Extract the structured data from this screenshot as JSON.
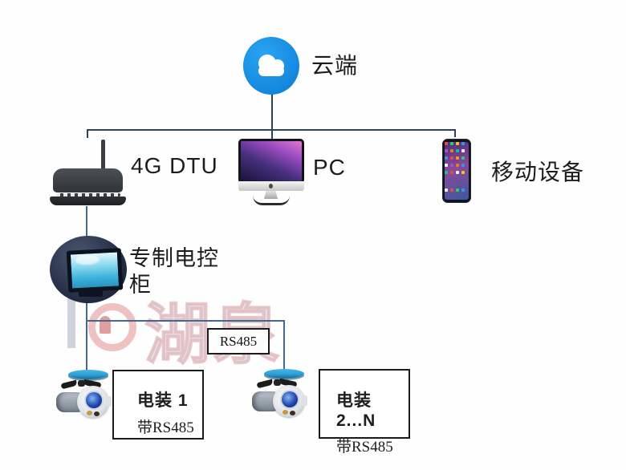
{
  "diagram": {
    "cloud": {
      "label": "云端"
    },
    "tier1": [
      {
        "id": "dtu",
        "label": "4G DTU"
      },
      {
        "id": "pc",
        "label": "PC"
      },
      {
        "id": "mobile",
        "label": "移动设备"
      }
    ],
    "cabinet": {
      "label": "专制电控柜"
    },
    "bus": {
      "label": "RS485"
    },
    "actuators": [
      {
        "title": "电装 1",
        "subtitle": "带RS485"
      },
      {
        "title": "电装 2...N",
        "subtitle": "带RS485"
      }
    ],
    "watermark": {
      "text": "湖泉"
    },
    "colors": {
      "cloud_blue": "#1892e6",
      "line_dark": "#2f4258",
      "line_blue": "#3f6a96",
      "valve_blue": "#2a9fd8",
      "screen_cyan": "#3fb4dc",
      "text": "#1c1c1c"
    }
  }
}
